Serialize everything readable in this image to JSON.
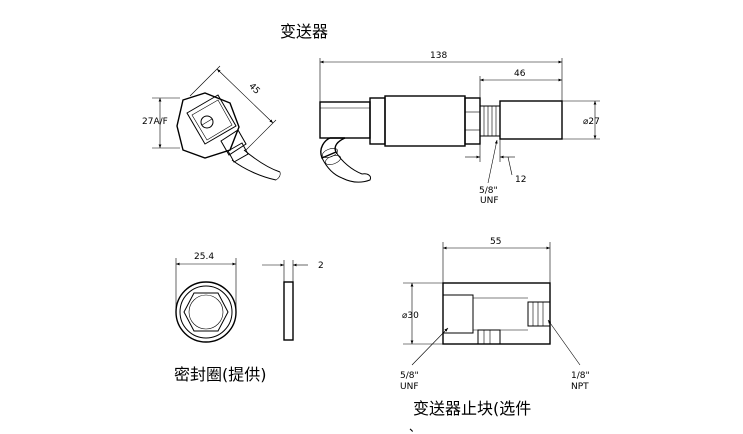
{
  "titles": {
    "transmitter": "变送器",
    "gasket": "密封圈(提供)",
    "block": "变送器止块(选件"
  },
  "tick_mark": "、",
  "dims": {
    "length_total": "138",
    "length_probe": "46",
    "diameter_body": "⌀27",
    "gap": "12",
    "thread_top": "5/8\"",
    "thread_top_unit": "UNF",
    "hex": "27A/F",
    "angle_len": "45",
    "gasket_od": "25.4",
    "gasket_thk": "2",
    "block_len": "55",
    "block_dia": "⌀30",
    "block_thread_left": "5/8\"",
    "block_thread_left_unit": "UNF",
    "block_thread_right": "1/8\"",
    "block_thread_right_unit": "NPT"
  }
}
